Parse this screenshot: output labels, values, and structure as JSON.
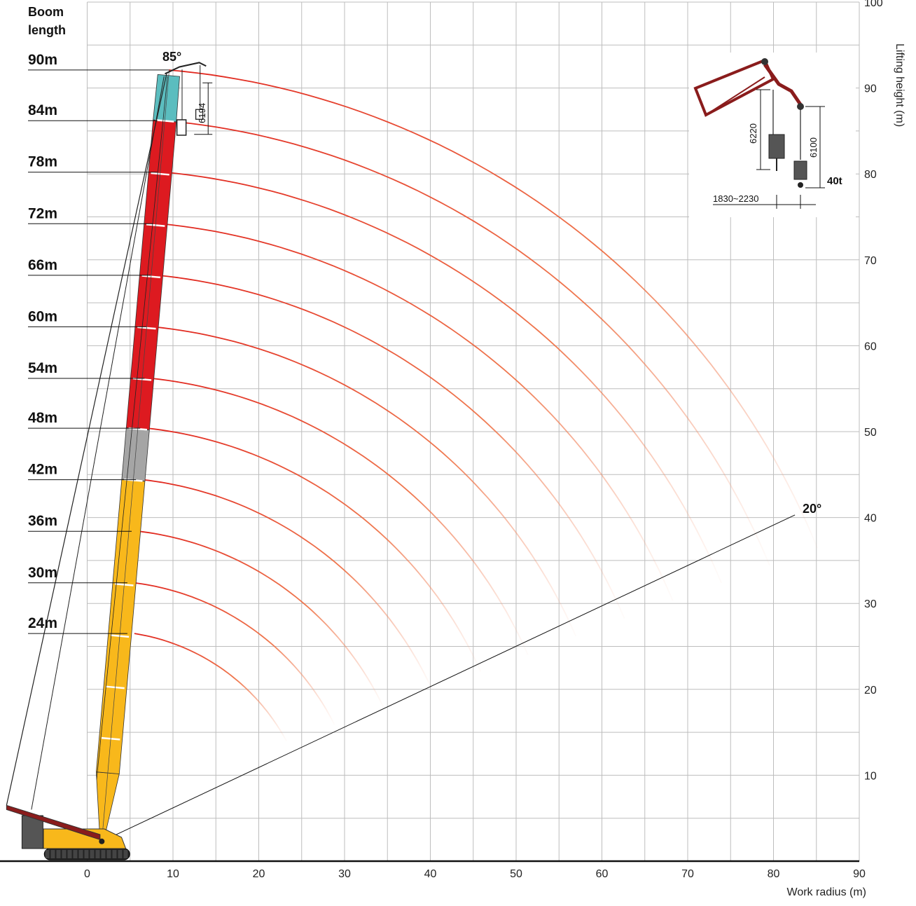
{
  "chart_data": {
    "type": "line",
    "title": "",
    "legend_title": "Boom\nlength",
    "xlabel": "Work radius  (m)",
    "ylabel": "Lifting height  (m)",
    "xlim": [
      -10,
      90
    ],
    "ylim": [
      0,
      100
    ],
    "x_ticks": [
      0,
      10,
      20,
      30,
      40,
      50,
      60,
      70,
      80,
      90
    ],
    "y_ticks": [
      10,
      20,
      30,
      40,
      50,
      60,
      70,
      80,
      90,
      100
    ],
    "grid": true,
    "max_angle_label": "85°",
    "min_angle_label": "20°",
    "min_angle_line": {
      "from": [
        1.7,
        2.3
      ],
      "to": [
        82.5,
        40.3
      ]
    },
    "series": [
      {
        "name": "24m",
        "start": [
          5.5,
          26.5
        ],
        "end": [
          22.7,
          13.7
        ]
      },
      {
        "name": "30m",
        "start": [
          5.5,
          32.4
        ],
        "end": [
          28.2,
          15.6
        ]
      },
      {
        "name": "36m",
        "start": [
          6.0,
          38.4
        ],
        "end": [
          33.8,
          17.6
        ]
      },
      {
        "name": "42m",
        "start": [
          6.5,
          44.4
        ],
        "end": [
          39.2,
          19.6
        ]
      },
      {
        "name": "48m",
        "start": [
          7.0,
          50.4
        ],
        "end": [
          44.8,
          21.6
        ]
      },
      {
        "name": "54m",
        "start": [
          7.5,
          56.2
        ],
        "end": [
          50.4,
          23.6
        ]
      },
      {
        "name": "60m",
        "start": [
          7.7,
          62.2
        ],
        "end": [
          55.8,
          25.7
        ]
      },
      {
        "name": "66m",
        "start": [
          8.2,
          68.2
        ],
        "end": [
          61.3,
          27.7
        ]
      },
      {
        "name": "72m",
        "start": [
          8.5,
          74.2
        ],
        "end": [
          66.8,
          29.7
        ]
      },
      {
        "name": "78m",
        "start": [
          9.0,
          80.2
        ],
        "end": [
          72.3,
          31.7
        ]
      },
      {
        "name": "84m",
        "start": [
          9.0,
          86.2
        ],
        "end": [
          77.8,
          33.7
        ]
      },
      {
        "name": "90m",
        "start": [
          9.5,
          92.1
        ],
        "end": [
          83.3,
          35.7
        ]
      }
    ],
    "inset": {
      "dims": [
        "6220",
        "6100",
        "1830~2230"
      ],
      "capacity": "40t"
    },
    "boom_head_dim": "6194"
  },
  "colors": {
    "arc": "#e0231c",
    "boom_red": "#dd1a20",
    "boom_yellow": "#f8b81b",
    "boom_teal": "#5bbdbf",
    "boom_gray": "#a5a5a5"
  }
}
